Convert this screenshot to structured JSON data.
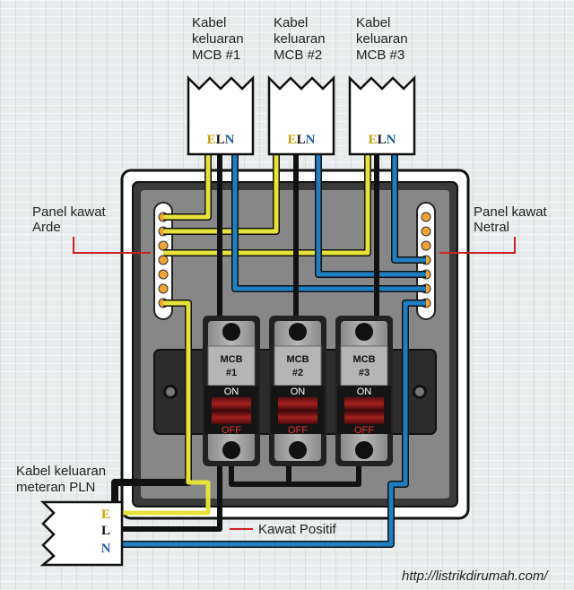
{
  "labels": {
    "out1": [
      "Kabel",
      "keluaran",
      "MCB #1"
    ],
    "out2": [
      "Kabel",
      "keluaran",
      "MCB #2"
    ],
    "out3": [
      "Kabel",
      "keluaran",
      "MCB #3"
    ],
    "arde": [
      "Panel kawat",
      "Arde"
    ],
    "netral": [
      "Panel kawat",
      "Netral"
    ],
    "pln": [
      "Kabel keluaran",
      "meteran PLN"
    ],
    "positif": "Kawat Positif",
    "url": "http://listrikdirumah.com/"
  },
  "connector": {
    "e": "E",
    "l": "L",
    "n": "N"
  },
  "breakers": [
    {
      "line1": "MCB",
      "line2": "#1",
      "on": "ON",
      "off": "OFF"
    },
    {
      "line1": "MCB",
      "line2": "#2",
      "on": "ON",
      "off": "OFF"
    },
    {
      "line1": "MCB",
      "line2": "#3",
      "on": "ON",
      "off": "OFF"
    }
  ],
  "colors": {
    "ground_wire": "#e6e23a",
    "live_wire": "#111111",
    "neutral_wire": "#1f7fc4",
    "pointer": "#cc2222",
    "terminal": "#f0a431"
  }
}
